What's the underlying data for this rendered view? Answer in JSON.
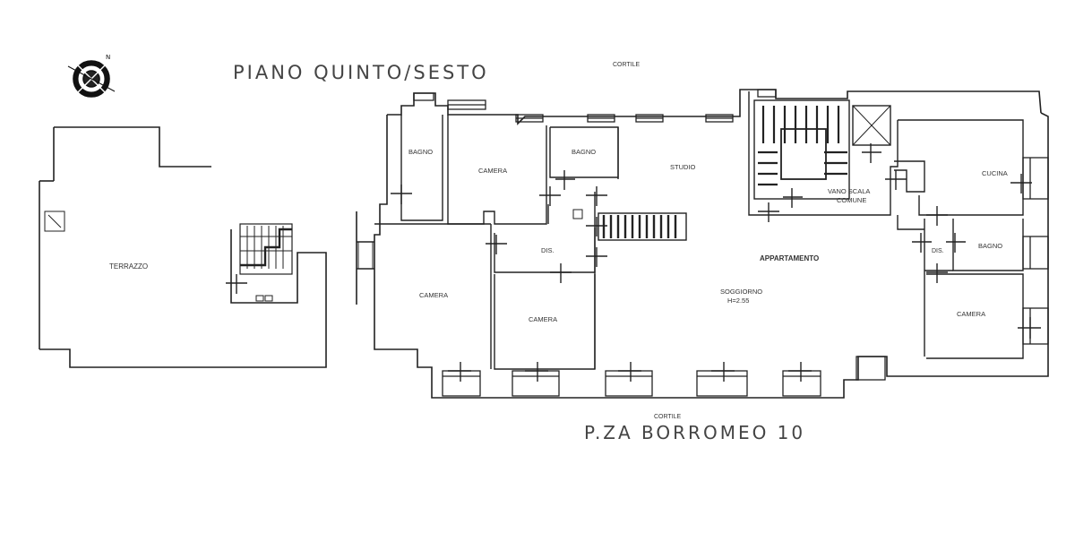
{
  "plan": {
    "title": "PIANO QUINTO/SESTO",
    "address": "P.ZA BORROMEO 10",
    "courtyard_top": "CORTILE",
    "courtyard_bottom": "CORTILE",
    "apartment_label": "APPARTAMENTO",
    "rooms": {
      "terrazzo": "TERRAZZO",
      "bagno_left": "BAGNO",
      "camera_top": "CAMERA",
      "bagno_mid": "BAGNO",
      "studio": "STUDIO",
      "vano_scala_1": "VANO SCALA",
      "vano_scala_2": "COMUNE",
      "cucina": "CUCINA",
      "dis_left": "DIS.",
      "dis_right": "DIS.",
      "bagno_right": "BAGNO",
      "camera_left": "CAMERA",
      "camera_mid": "CAMERA",
      "soggiorno": "SOGGIORNO",
      "height": "H=2.55",
      "camera_right": "CAMERA"
    }
  },
  "compass": {
    "icon": "compass-rose-icon"
  }
}
